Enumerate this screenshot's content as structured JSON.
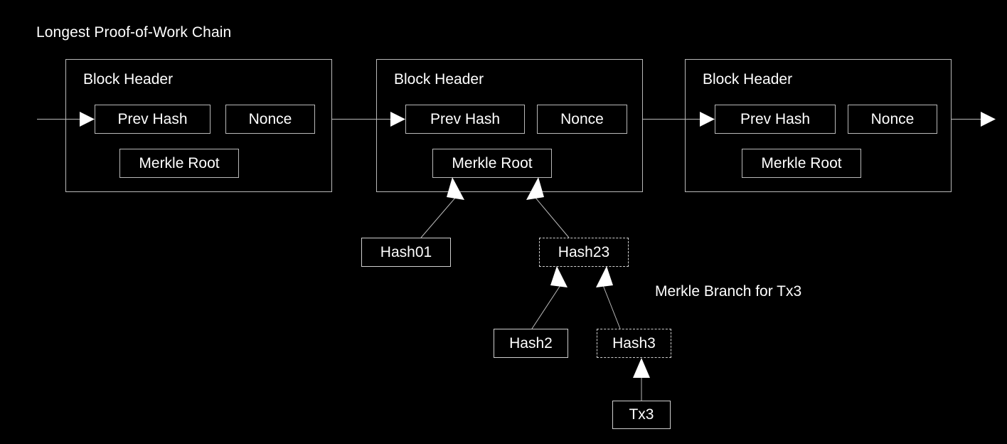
{
  "diagram": {
    "title": "Longest Proof-of-Work Chain",
    "background_color": "#000000",
    "line_color": "#b9b9b9",
    "text_color": "#ffffff",
    "branch_label": "Merkle Branch for Tx3",
    "blocks": [
      {
        "header_label": "Block Header",
        "prev_hash_label": "Prev Hash",
        "nonce_label": "Nonce",
        "merkle_root_label": "Merkle Root"
      },
      {
        "header_label": "Block Header",
        "prev_hash_label": "Prev Hash",
        "nonce_label": "Nonce",
        "merkle_root_label": "Merkle Root"
      },
      {
        "header_label": "Block Header",
        "prev_hash_label": "Prev Hash",
        "nonce_label": "Nonce",
        "merkle_root_label": "Merkle Root"
      }
    ],
    "merkle_nodes": [
      {
        "label": "Hash01",
        "style": "solid"
      },
      {
        "label": "Hash23",
        "style": "dashed"
      },
      {
        "label": "Hash2",
        "style": "solid"
      },
      {
        "label": "Hash3",
        "style": "dashed"
      },
      {
        "label": "Tx3",
        "style": "solid"
      }
    ]
  }
}
